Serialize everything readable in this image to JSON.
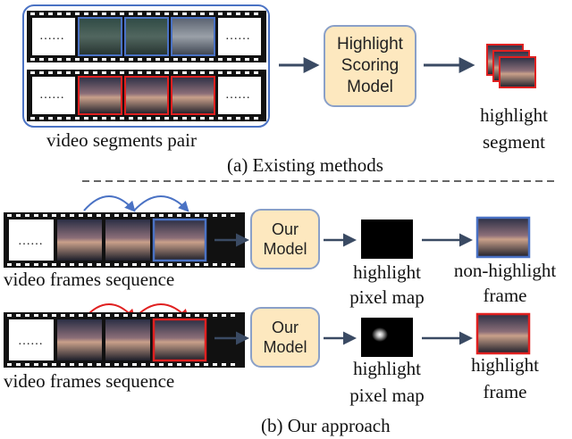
{
  "top": {
    "ellipsis_1": "……",
    "ellipsis_2": "……",
    "ellipsis_3": "……",
    "ellipsis_4": "……",
    "caption": "video segments pair",
    "model": "Highlight Scoring Model",
    "output_label_1": "highlight",
    "output_label_2": "segment",
    "title": "(a) Existing methods"
  },
  "bottom": {
    "row1": {
      "ellipsis": "……",
      "caption": "video frames sequence",
      "model_1": "Our",
      "model_2": "Model",
      "map_label_1": "highlight",
      "map_label_2": "pixel map",
      "out_label_1": "non-highlight",
      "out_label_2": "frame"
    },
    "row2": {
      "ellipsis": "……",
      "caption": "video frames sequence",
      "model_1": "Our",
      "model_2": "Model",
      "map_label_1": "highlight",
      "map_label_2": "pixel map",
      "out_label_1": "highlight",
      "out_label_2": "frame"
    },
    "title": "(b) Our approach"
  },
  "colors": {
    "blue": "#4a72c4",
    "red": "#e02020",
    "model_fill": "#fde8bf",
    "model_border": "#8aa0c8",
    "arrow": "#3a4a63"
  }
}
